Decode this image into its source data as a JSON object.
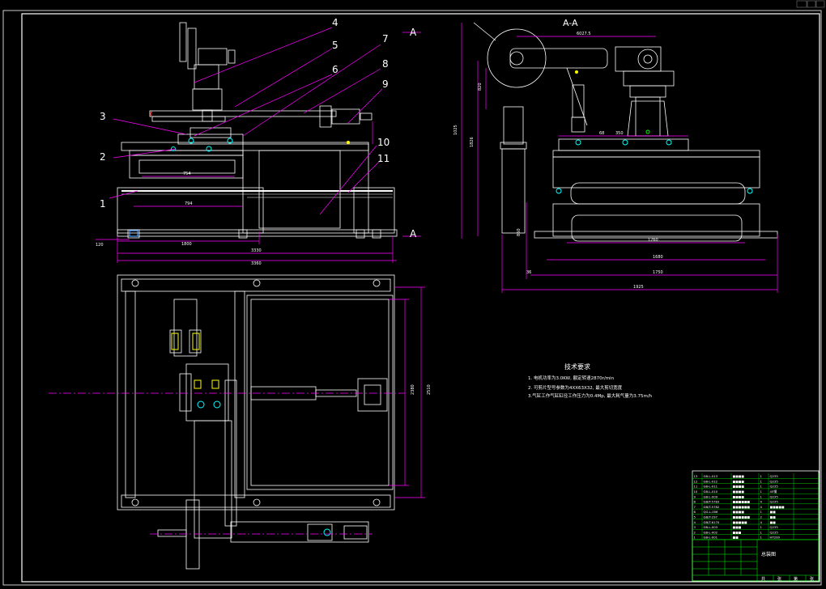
{
  "colors": {
    "background": "#000000",
    "line": "#ffffff",
    "dimension": "#ff00ff",
    "accent_cyan": "#00ffff",
    "accent_green": "#00ff00",
    "accent_yellow": "#ffff00",
    "accent_blue": "#4aa0ff",
    "accent_red": "#ff3030"
  },
  "front_view": {
    "part_labels": [
      "1",
      "2",
      "3",
      "4",
      "5",
      "6",
      "7",
      "8",
      "9",
      "10",
      "11"
    ],
    "section_marks": [
      "A",
      "A"
    ],
    "dimensions": [
      "754",
      "794",
      "1800",
      "3330",
      "3360",
      "120"
    ]
  },
  "section_view": {
    "title": "A-A",
    "dimensions": [
      "6027.5",
      "1025",
      "1826",
      "820",
      "860",
      "1260",
      "1680",
      "1750",
      "1925",
      "36",
      "68",
      "350"
    ]
  },
  "top_view": {
    "dimensions": [
      "2380",
      "2510"
    ]
  },
  "tech_requirements": {
    "title": "技术要求",
    "items": [
      "1. 电机功率为3.0KW, 额定转速2870r/min",
      "2. 可剪片型号参数为4XX63X32, 最大剪切宽度",
      "3.气缸工作气缸缸径工作压力为0.4Mp, 最大耗气量为3.75m/h"
    ]
  },
  "title_block": {
    "name": "总装图",
    "footer": [
      "共",
      "张",
      "第",
      "张"
    ],
    "parts": [
      {
        "num": "13",
        "code": "GB-L-013",
        "name": "■■■■",
        "qty": "1",
        "mat": "Q235"
      },
      {
        "num": "12",
        "code": "GB-L-012",
        "name": "■■■■",
        "qty": "1",
        "mat": "Q235"
      },
      {
        "num": "11",
        "code": "GB-L-011",
        "name": "■■■■",
        "qty": "1",
        "mat": "Q235"
      },
      {
        "num": "10",
        "code": "GB-L-010",
        "name": "■■■■",
        "qty": "1",
        "mat": "45钢"
      },
      {
        "num": "9",
        "code": "GB-L-009",
        "name": "■■■■",
        "qty": "1",
        "mat": "Q235"
      },
      {
        "num": "8",
        "code": "GB/T-5783",
        "name": "■■■■■■",
        "qty": "4",
        "mat": "Q235"
      },
      {
        "num": "7",
        "code": "GB/T-5782",
        "name": "■■■■■■",
        "qty": "4",
        "mat": "■■■■■"
      },
      {
        "num": "6",
        "code": "QG-L-006",
        "name": "■■■■",
        "qty": "1",
        "mat": "■■"
      },
      {
        "num": "5",
        "code": "GB/T-297",
        "name": "■■■■■■",
        "qty": "2",
        "mat": "■■"
      },
      {
        "num": "4",
        "code": "GB/T-6170",
        "name": "■■■■■",
        "qty": "4",
        "mat": "■■"
      },
      {
        "num": "3",
        "code": "GB-L-003",
        "name": "■■■",
        "qty": "1",
        "mat": "Q235"
      },
      {
        "num": "2",
        "code": "GB-L-002",
        "name": "■■■",
        "qty": "1",
        "mat": "Q235"
      },
      {
        "num": "1",
        "code": "GB-L-001",
        "name": "■■",
        "qty": "1",
        "mat": "HT200"
      }
    ]
  }
}
